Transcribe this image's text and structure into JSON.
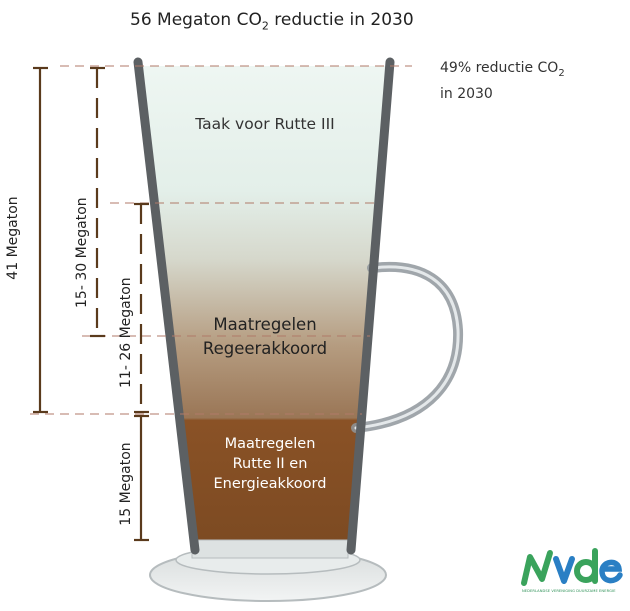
{
  "header": {
    "title_pre": "56 Megaton CO",
    "title_sub": "2",
    "title_post": " reductie in 2030"
  },
  "target_note": {
    "line1_pre": "49% reductie CO",
    "line1_sub": "2",
    "line2": "in 2030"
  },
  "layers": [
    {
      "label_lines": [
        "Taak voor Rutte III"
      ],
      "color": "#e8f2ee"
    },
    {
      "label_lines": [
        "Maatregelen",
        "Regeerakkoord"
      ],
      "color": "#a88a6c"
    },
    {
      "label_lines": [
        "Maatregelen",
        "Rutte II en",
        "Energieakkoord"
      ],
      "color": "#8a5226"
    }
  ],
  "brackets": {
    "total": "41 Megaton",
    "range_upper": "15- 30 Megaton",
    "range_lower": "11- 26 Megaton",
    "base": "15 Megaton"
  },
  "bracket_color": "#5a3a1c",
  "logo": {
    "word": "NVDE",
    "subtitle": "NEDERLANDSE VERENIGING DUURZAME ENERGIE",
    "colors": {
      "green": "#3aa35c",
      "blue": "#2a7fc4"
    }
  }
}
